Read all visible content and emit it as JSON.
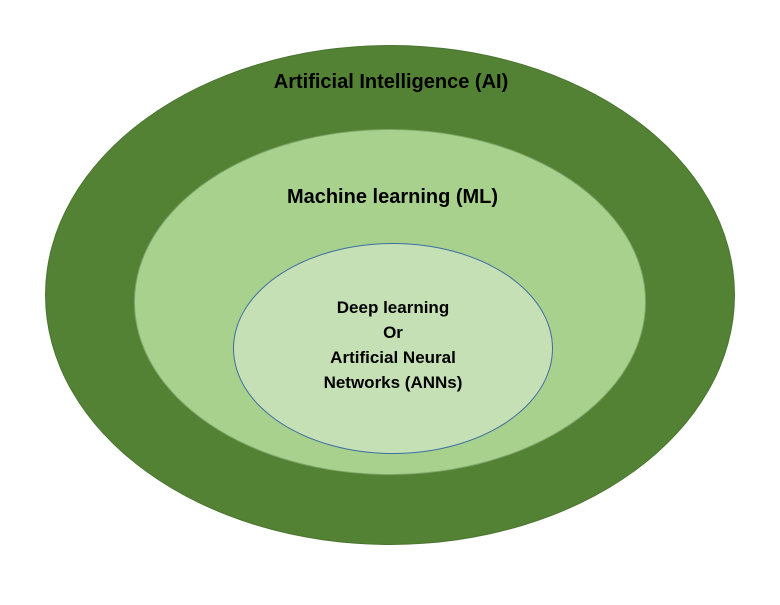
{
  "colors": {
    "outer_fill": "#548235",
    "middle_fill": "#a9d18e",
    "inner_fill": "#c5e0b4",
    "text": "#000000"
  },
  "diagram": {
    "outer": {
      "label": "Artificial Intelligence (AI)"
    },
    "middle": {
      "label": "Machine learning (ML)"
    },
    "inner": {
      "lines": [
        "Deep learning",
        "Or",
        "Artificial Neural",
        "Networks (ANNs)"
      ]
    }
  }
}
